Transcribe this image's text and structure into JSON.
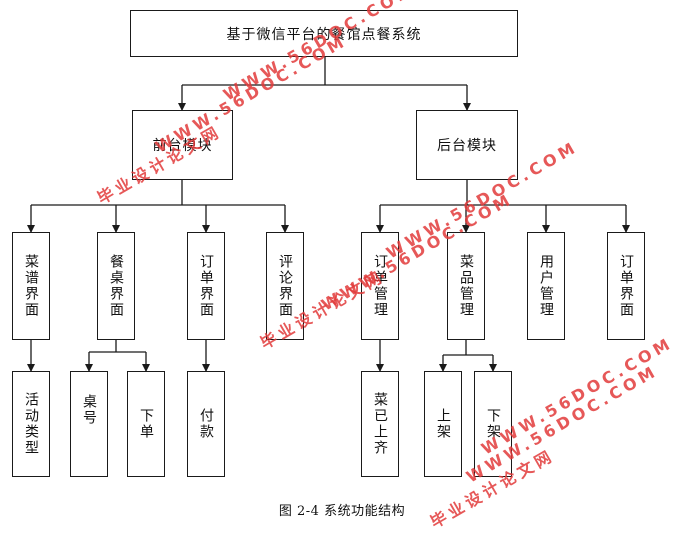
{
  "diagram": {
    "nodes": {
      "root": "基于微信平台的餐馆点餐系统",
      "front": "前台模块",
      "back": "后台模块",
      "menu_ui": "菜谱界面",
      "table_ui": "餐桌界面",
      "order_ui": "订单界面",
      "review_ui": "评论界面",
      "order_mgmt": "订单管理",
      "dish_mgmt": "菜品管理",
      "user_mgmt": "用户管理",
      "order_ui_back": "订单界面",
      "activity_type": "活动类型",
      "table_no": "桌号",
      "place_order": "下单",
      "payment": "付款",
      "dish_served": "菜已上齐",
      "shelve": "上架",
      "unshelve": "下架"
    },
    "caption": "图 2-4 系统功能结构",
    "watermarks": {
      "site_cn": "毕业设计论文网",
      "site_url": "WWW.56DOC.COM"
    }
  }
}
